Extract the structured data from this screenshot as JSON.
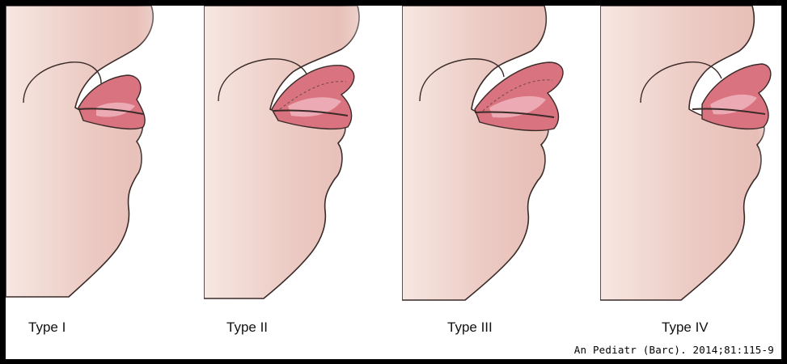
{
  "figure": {
    "panels": [
      {
        "label": "Type I"
      },
      {
        "label": "Type II"
      },
      {
        "label": "Type III"
      },
      {
        "label": "Type IV"
      }
    ],
    "citation": "An Pediatr (Barc). 2014;81:115-9"
  },
  "colors": {
    "skin_light": "#f6e3dd",
    "skin_mid": "#ecc4bd",
    "lip_pink": "#d9737f",
    "lip_inner": "#ecaab4",
    "outline": "#3a2a28",
    "border": "#000000"
  }
}
